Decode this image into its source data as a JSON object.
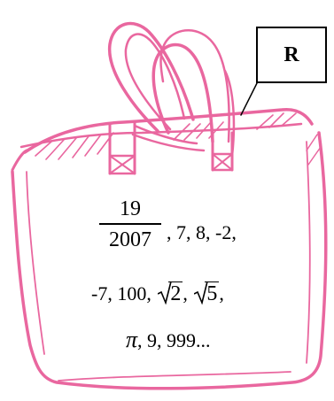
{
  "set_label": "R",
  "fraction": {
    "numerator": "19",
    "denominator": "2007"
  },
  "line1": ", 7, 8, -2,",
  "line2_prefix": "-7, 100,",
  "sqrt_a": "2",
  "sep_a": ",",
  "sqrt_b": "5",
  "sep_b": ",",
  "pi_symbol": "π",
  "line3_rest": ", 9, 999...",
  "colors": {
    "bag_outline": "#e9679f",
    "label_border": "#000000",
    "text": "#000000"
  }
}
